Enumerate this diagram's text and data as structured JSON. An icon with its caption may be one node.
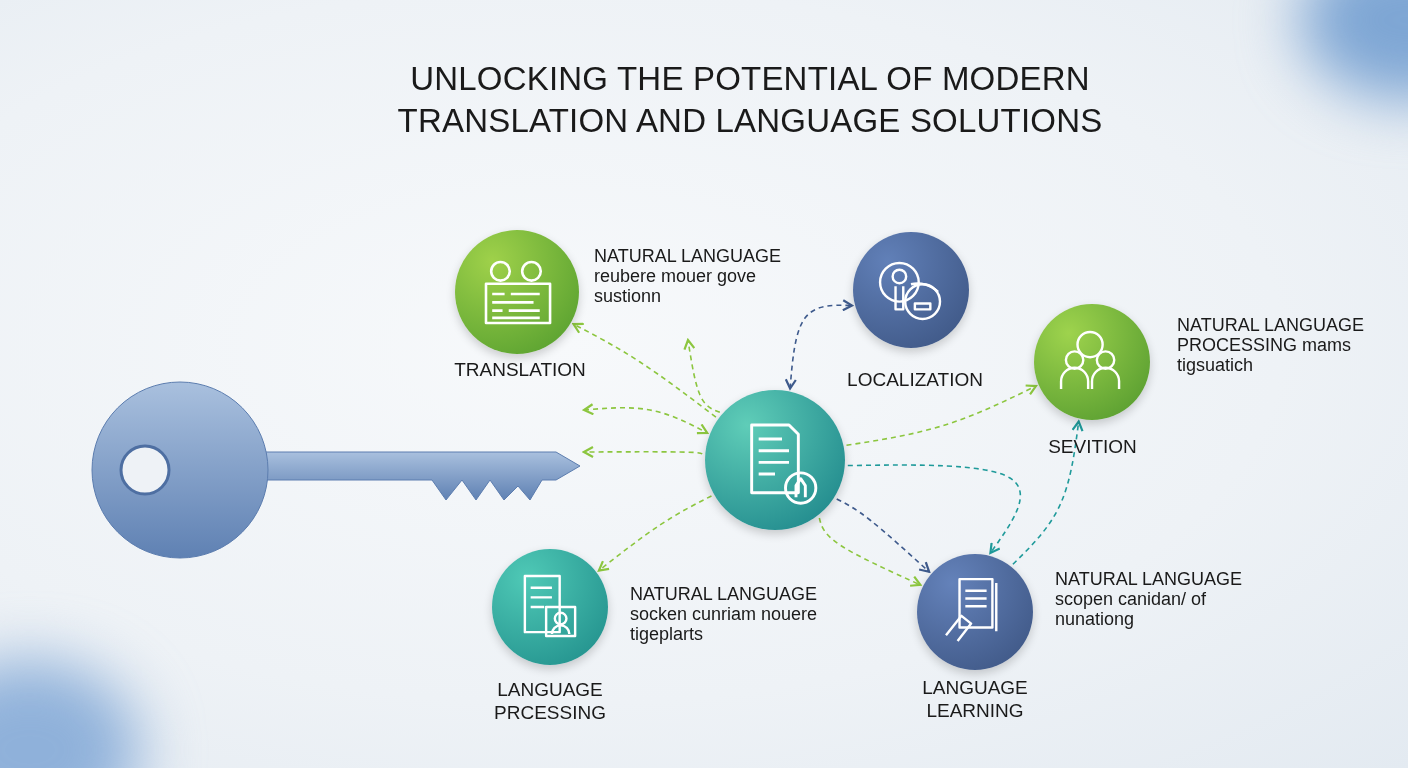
{
  "diagram": {
    "title": "UNLOCKING THE POTENTIAL OF MODERN TRANSLATION AND LANGUAGE SOLUTIONS",
    "nodes": [
      {
        "text": [],
        "shape": "circle"
      },
      {
        "text": [
          "TRANSLATION"
        ],
        "beside": [
          "NATURAL LANGUAGE reubere mouer gove sustionn"
        ]
      },
      {
        "text": [
          "LOCALIZATION"
        ]
      },
      {
        "text": [
          "SEVITION"
        ],
        "beside": [
          "NATURAL LANGUAGE PROCESSING mams tigsuatich"
        ]
      },
      {
        "text": [
          "LANGUAGE PRCESSING"
        ],
        "beside": [
          "NATURAL LANGUAGE socken cunriam nouere tigeplarts"
        ]
      },
      {
        "text": [
          "LANGUAGE LEARNING"
        ],
        "beside": [
          "NATURAL LANGUAGE scopen canidan/ of nunationg"
        ]
      },
      {
        "text": [],
        "shape": "picture"
      }
    ],
    "edges": [
      {
        "from": 0,
        "to": 1,
        "arrow": "to"
      },
      {
        "from": 0,
        "to": null,
        "arrow": "to"
      },
      {
        "from": 6,
        "to": 0,
        "arrow": "both"
      },
      {
        "from": 0,
        "to": 6,
        "arrow": "to"
      },
      {
        "from": 0,
        "to": 4,
        "arrow": "to"
      },
      {
        "from": 0,
        "to": 2,
        "arrow": "both",
        "color": "#3e5a8c"
      },
      {
        "from": 0,
        "to": 3,
        "arrow": "to"
      },
      {
        "from": 0,
        "to": 5,
        "arrow": "to",
        "color": "#3e5a8c"
      },
      {
        "from": 0,
        "to": 5,
        "arrow": "to"
      },
      {
        "from": 0,
        "to": 5,
        "arrow": "to",
        "color": "#1f9a9a"
      },
      {
        "from": 5,
        "to": 3,
        "arrow": "to",
        "color": "#1f9a9a"
      }
    ]
  }
}
